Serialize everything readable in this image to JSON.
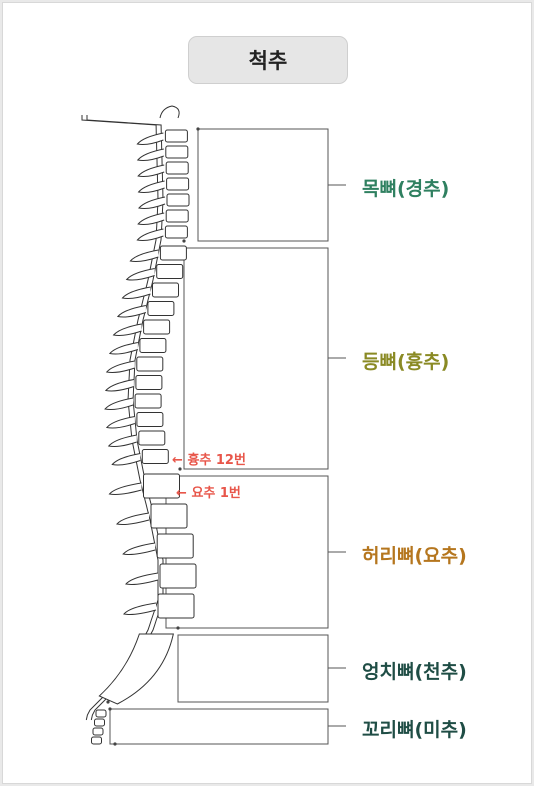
{
  "title": "척추",
  "regions": [
    {
      "label": "목뼈(경추)",
      "color": "#2f8060"
    },
    {
      "label": "등뼈(흉추)",
      "color": "#8a8a24"
    },
    {
      "label": "허리뼈(요추)",
      "color": "#b5761e"
    },
    {
      "label": "엉치뼈(천추)",
      "color": "#1f4d45"
    },
    {
      "label": "꼬리뼈(미추)",
      "color": "#1f4d45"
    }
  ],
  "markers": [
    {
      "label": "흉추 12번",
      "arrow": "←",
      "color": "#e8564a"
    },
    {
      "label": "요추 1번",
      "arrow": "←",
      "color": "#e8564a"
    }
  ]
}
